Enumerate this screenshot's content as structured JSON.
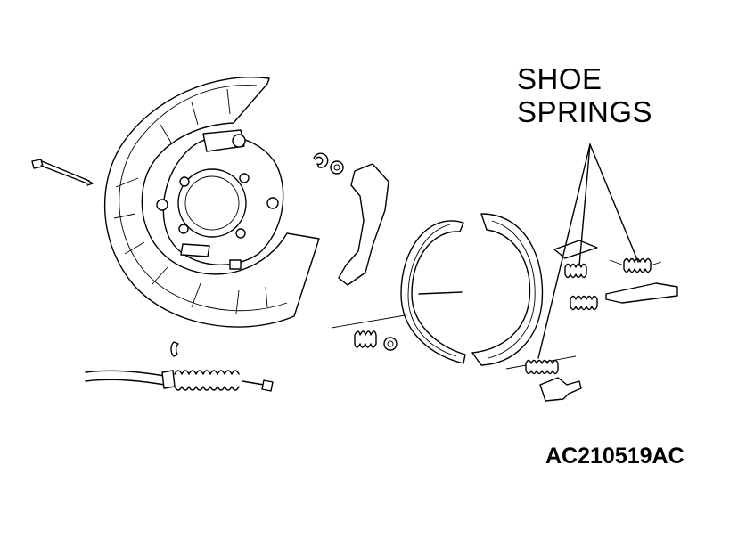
{
  "callout": {
    "line1": "SHOE",
    "line2": "SPRINGS"
  },
  "figure_id": "AC210519AC"
}
